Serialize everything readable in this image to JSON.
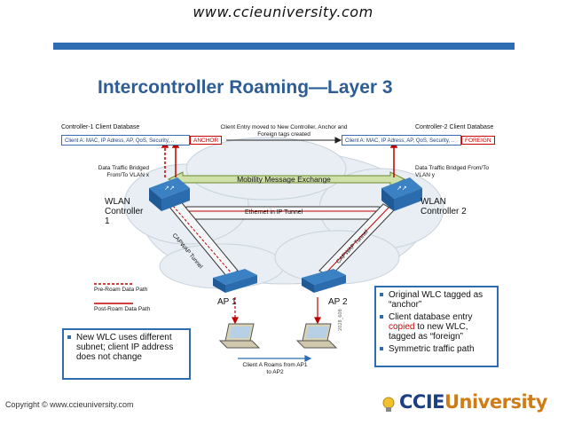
{
  "header": {
    "url": "www.ccieuniversity.com"
  },
  "slide": {
    "title": "Intercontroller Roaming—Layer 3"
  },
  "db1": {
    "title": "Controller-1 Client Database",
    "client_label": "Client A:",
    "fields": "MAC, IP Adress, AP, QoS, Security, ..",
    "tag": "ANCHOR"
  },
  "db2": {
    "title": "Controller-2 Client Database",
    "client_label": "Client A:",
    "fields": "MAC, IP Adress, AP, QoS, Security, ..",
    "tag": "FOREIGN"
  },
  "client_entry_note": "Client Entry moved to New Controller, Anchor and Foreign tags created",
  "bridged_left": "Data Traffic Bridged From/To VLAN x",
  "bridged_right": "Data Traffic Bridged From/To VLAN y",
  "mobility": "Mobility Message Exchange",
  "wlc1": "WLAN Controller 1",
  "wlc2": "WLAN Controller 2",
  "ethernet_tunnel": "Ethernet in IP Tunnel",
  "capwap_left": "CAPWAP Tunnel",
  "capwap_right": "CAPWAP Tunnel",
  "ap1": "AP 1",
  "ap2": "AP 2",
  "legend": {
    "pre": "Pre-Roam Data Path",
    "post": "Post-Roam Data Path"
  },
  "roam_note": "Client A Roams from AP1 to AP2",
  "left_callout": [
    "New WLC uses different subnet; client IP address does not change"
  ],
  "right_callout": {
    "item1": "Original WLC tagged as “anchor”",
    "item2_prefix": "Client database entry",
    "item2_copied": "copied",
    "item2_suffix": "to new WLC, tagged as “foreign”",
    "item3": "Symmetric traffic path"
  },
  "footer": {
    "copyright": "Copyright © www.ccieuniversity.com",
    "brand_cc": "CCIE",
    "brand_rest": "University"
  },
  "colors": {
    "accent": "#2f6db3",
    "red": "#c00000",
    "title": "#2d5d94"
  }
}
